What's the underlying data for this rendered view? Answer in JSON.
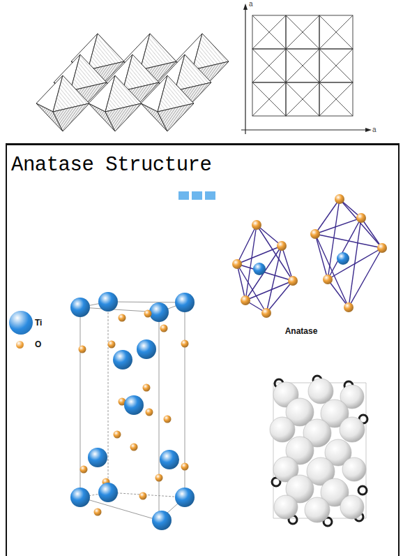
{
  "diagram": {
    "title": "Anatase Structure",
    "labels": [
      "a",
      "a",
      "Anatase"
    ],
    "legend": [
      {
        "text": "Ti",
        "color": "#2b8be0"
      },
      {
        "text": "O",
        "color": "#f2a33a"
      }
    ]
  }
}
